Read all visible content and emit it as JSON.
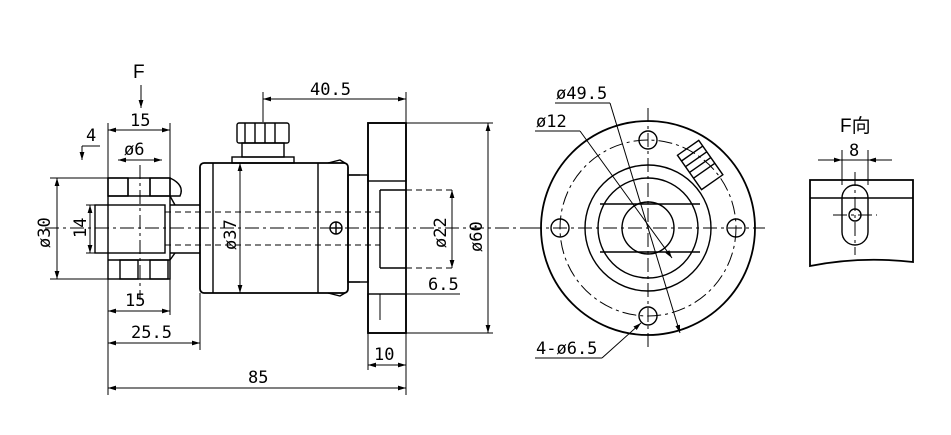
{
  "labels": {
    "force": "F",
    "d40_5": "40.5",
    "d4": "4",
    "d15_top": "15",
    "phi6": "ø6",
    "phi30": "ø30",
    "d14": "14",
    "phi37": "ø37",
    "phi22": "ø22",
    "phi60": "ø60",
    "d6_5": "6.5",
    "d15_bot": "15",
    "d25_5": "25.5",
    "d10": "10",
    "d85": "85",
    "phi49_5": "ø49.5",
    "phi12": "ø12",
    "holes": "4-ø6.5",
    "f_view": "F向",
    "d8": "8"
  }
}
